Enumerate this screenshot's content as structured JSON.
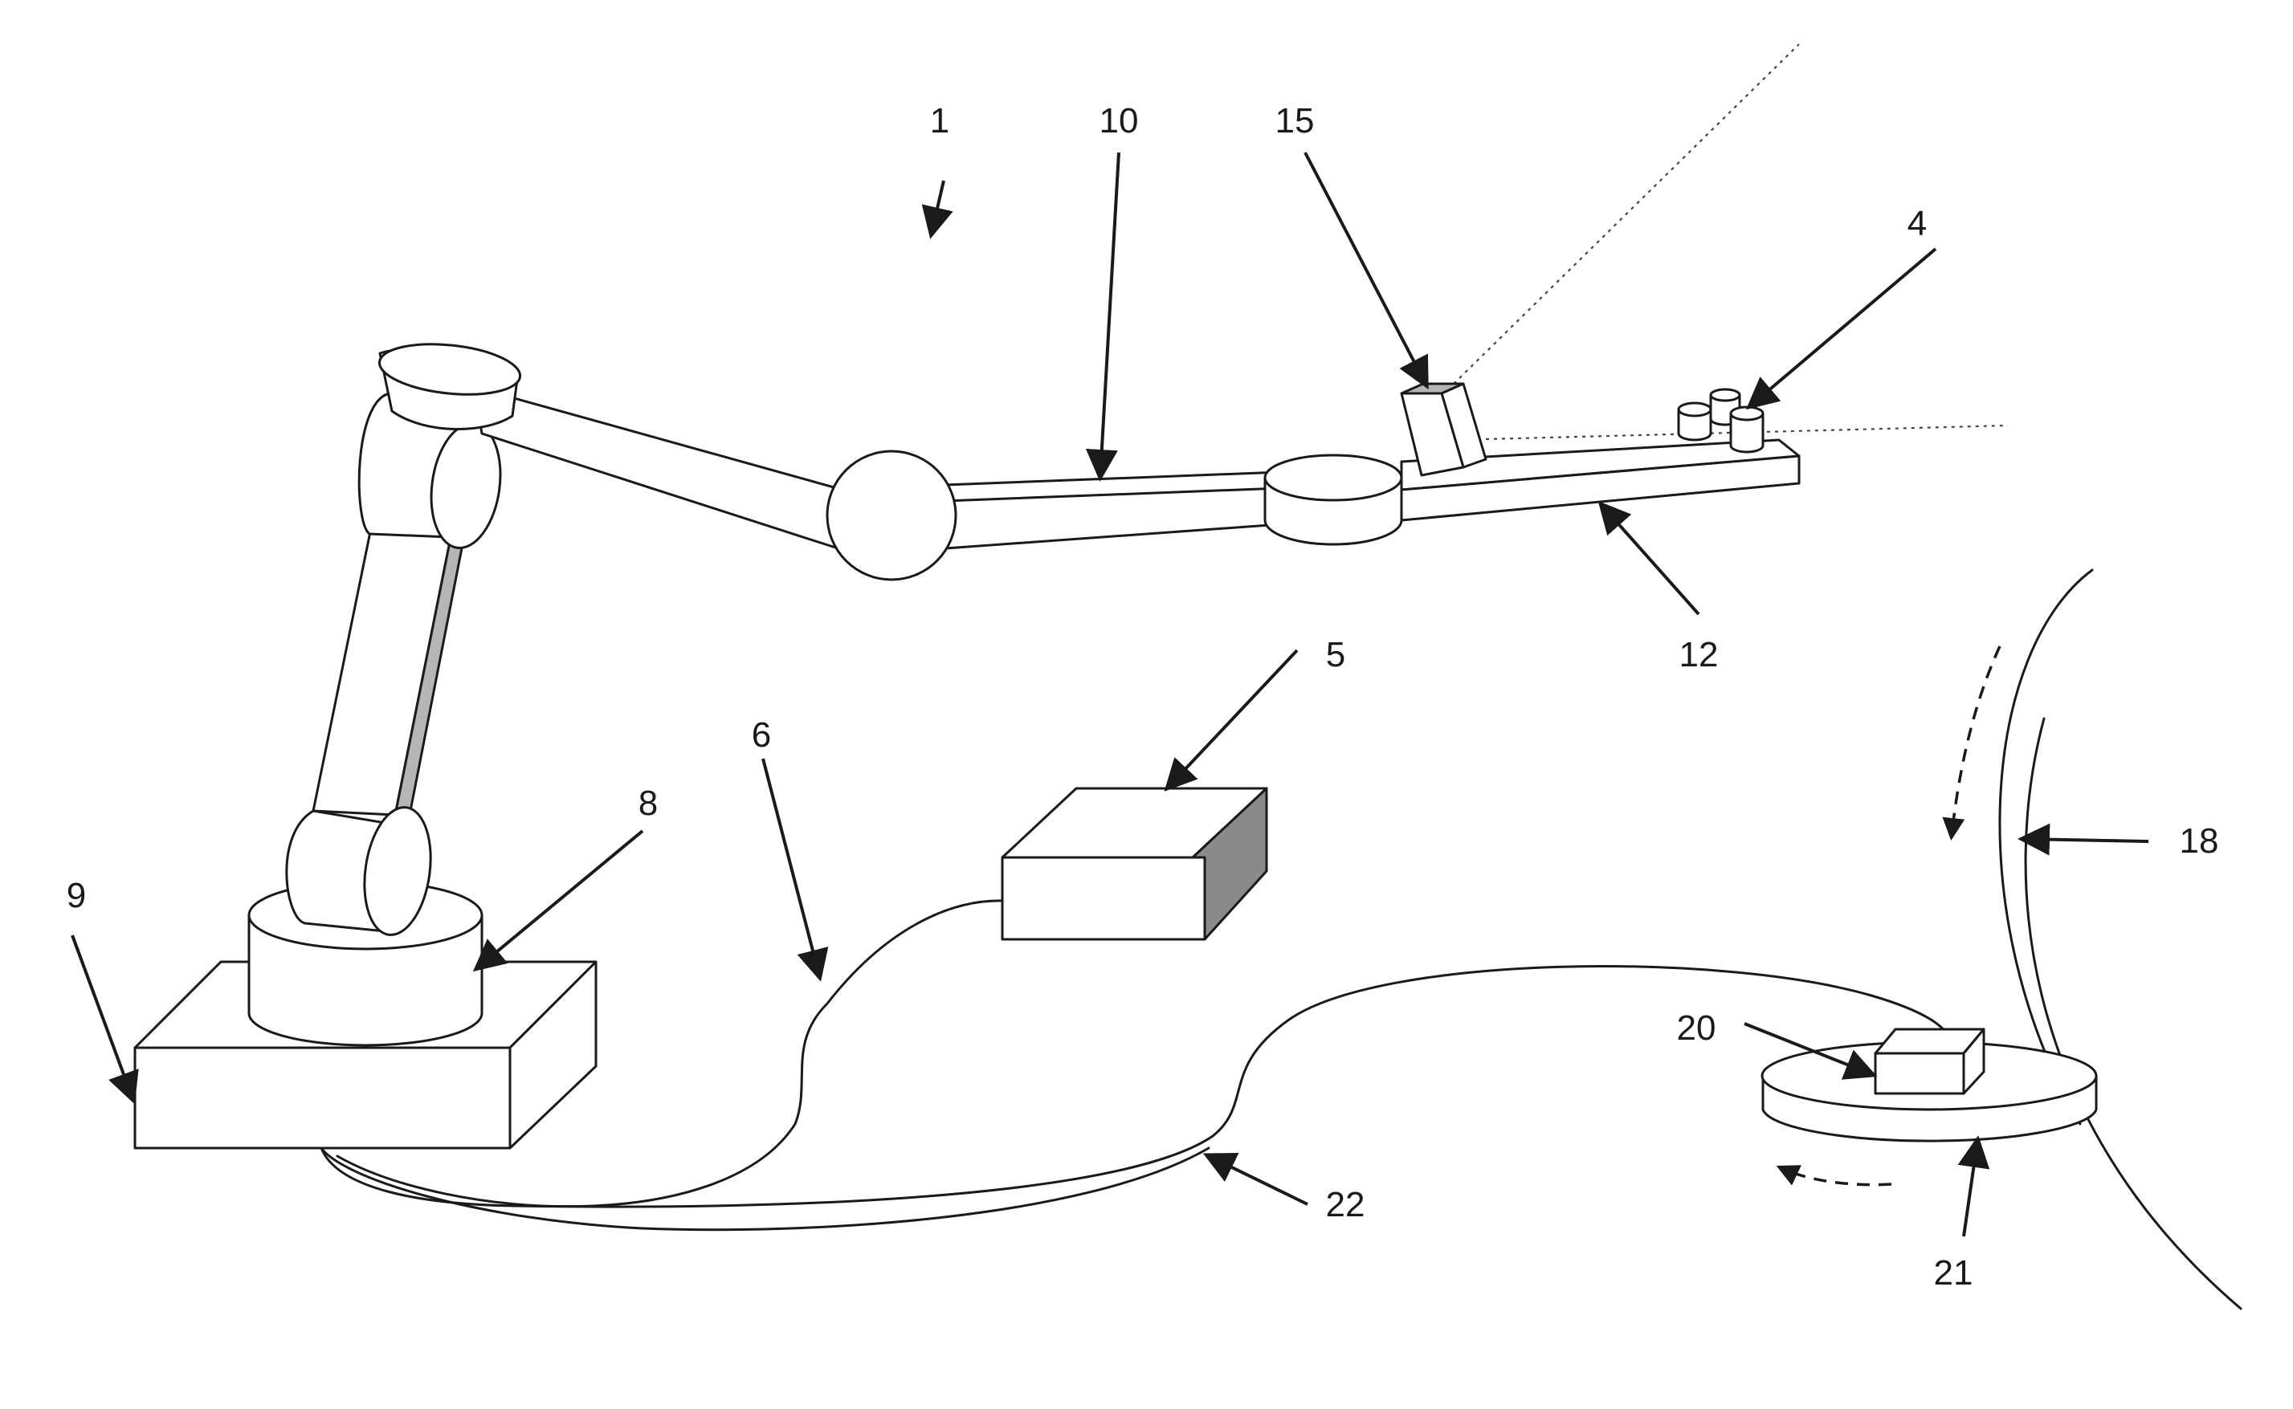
{
  "labels": {
    "l1": "1",
    "l4": "4",
    "l5": "5",
    "l6": "6",
    "l8": "8",
    "l9": "9",
    "l10": "10",
    "l12": "12",
    "l15": "15",
    "l18": "18",
    "l20": "20",
    "l21": "21",
    "l22": "22"
  }
}
